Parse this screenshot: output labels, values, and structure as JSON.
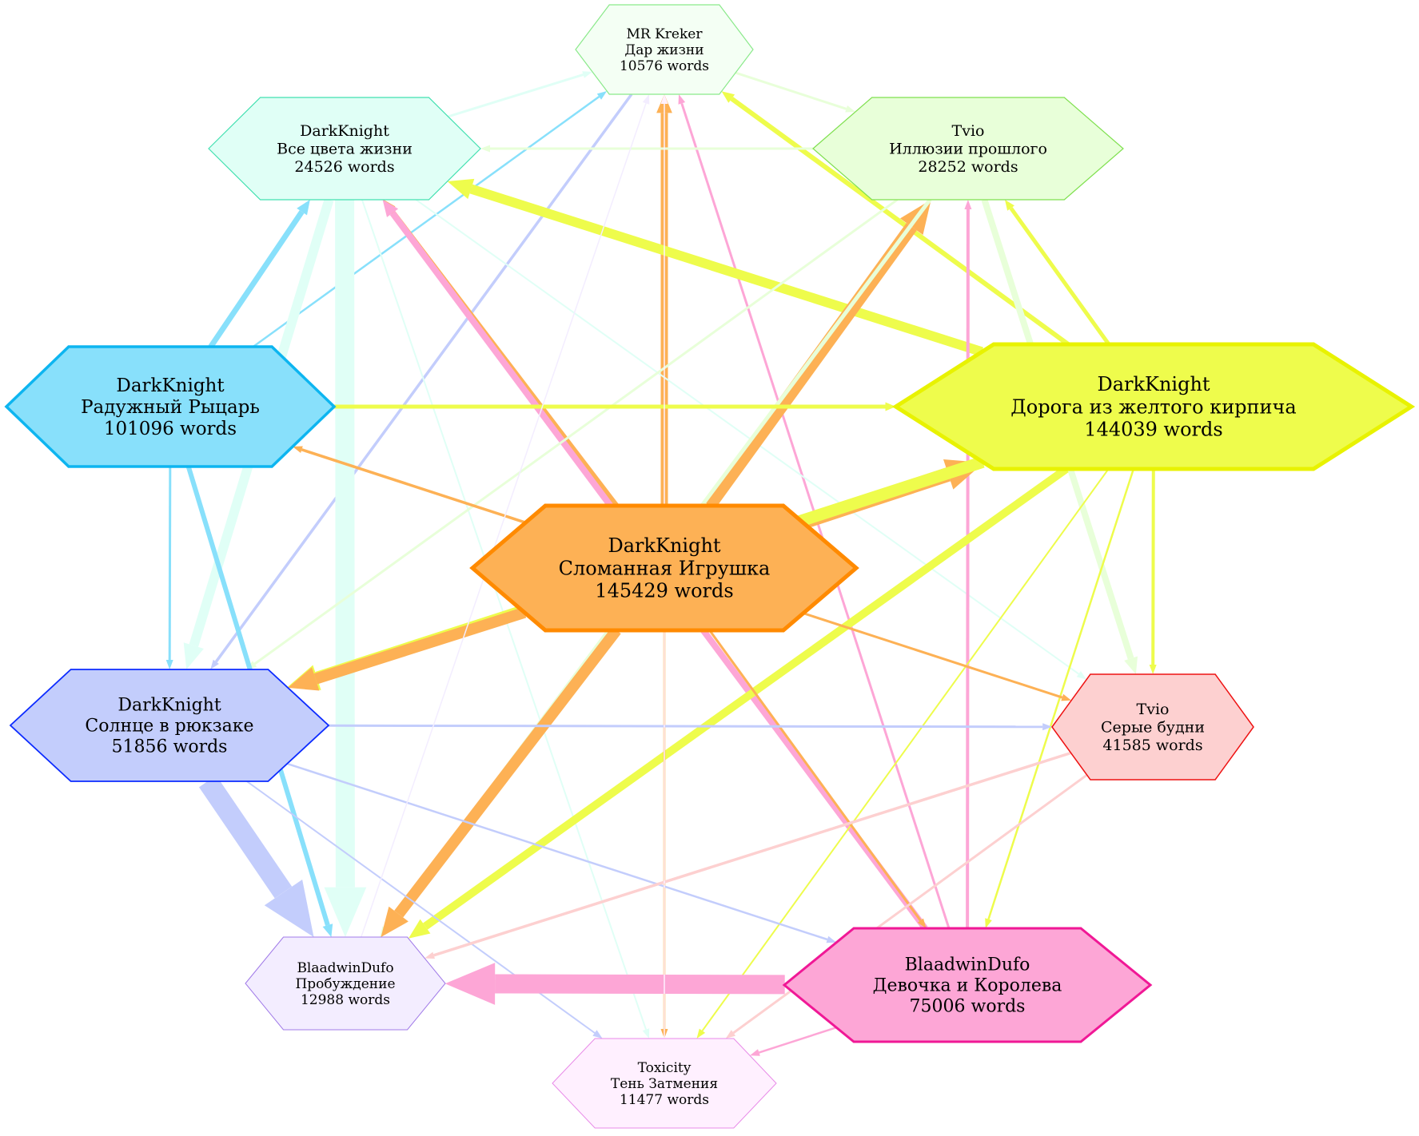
{
  "nodes": [
    {
      "id": "mr",
      "author": "MR Kreker",
      "title": "Дар жизни",
      "words": "10576 words",
      "fill": "#f4fff4",
      "stroke": "#8be98b",
      "stroke_width": 1.2,
      "size": "small"
    },
    {
      "id": "vse",
      "author": "DarkKnight",
      "title": "Все цвета жизни",
      "words": "24526 words",
      "fill": "#e0fff6",
      "stroke": "#42e0b0",
      "stroke_width": 1.2,
      "size": "small"
    },
    {
      "id": "tvio1",
      "author": "Tvio",
      "title": "Иллюзии прошлого",
      "words": "28252 words",
      "fill": "#e8ffd9",
      "stroke": "#7fe04f",
      "stroke_width": 1.2,
      "size": "small"
    },
    {
      "id": "rad",
      "author": "DarkKnight",
      "title": "Радужный Рыцарь",
      "words": "101096 words",
      "fill": "#88e0fb",
      "stroke": "#0db5f0",
      "stroke_width": 3.5,
      "size": "large"
    },
    {
      "id": "dor",
      "author": "DarkKnight",
      "title": "Дорога из желтого кирпича",
      "words": "144039 words",
      "fill": "#eefc4c",
      "stroke": "#e8f200",
      "stroke_width": 5,
      "size": "large"
    },
    {
      "id": "slo",
      "author": "DarkKnight",
      "title": "Сломанная Игрушка",
      "words": "145429 words",
      "fill": "#fdb155",
      "stroke": "#ff8a00",
      "stroke_width": 5,
      "size": "large"
    },
    {
      "id": "sol",
      "author": "DarkKnight",
      "title": "Солнце в рюкзаке",
      "words": "51856 words",
      "fill": "#c3cdfc",
      "stroke": "#0c2bff",
      "stroke_width": 1.8,
      "size": "large"
    },
    {
      "id": "ser",
      "author": "Tvio",
      "title": "Серые будни",
      "words": "41585 words",
      "fill": "#fdd0d0",
      "stroke": "#ee1212",
      "stroke_width": 1.5,
      "size": "medium"
    },
    {
      "id": "pro",
      "author": "BlaadwinDufo",
      "title": "Пробуждение",
      "words": "12988 words",
      "fill": "#f3edff",
      "stroke": "#a07ae8",
      "stroke_width": 1,
      "size": "small"
    },
    {
      "id": "dev",
      "author": "BlaadwinDufo",
      "title": "Девочка и Королева",
      "words": "75006 words",
      "fill": "#fda6d6",
      "stroke": "#f01896",
      "stroke_width": 3,
      "size": "large"
    },
    {
      "id": "tox",
      "author": "Toxicity",
      "title": "Тень Затмения",
      "words": "11477 words",
      "fill": "#fff0ff",
      "stroke": "#e88ae8",
      "stroke_width": 1,
      "size": "small"
    }
  ],
  "edges": [
    {
      "from": "mr",
      "to": "tvio1",
      "color": "#e8ffd9",
      "weight": 3
    },
    {
      "from": "vse",
      "to": "mr",
      "color": "#e0fff6",
      "weight": 3
    },
    {
      "from": "rad",
      "to": "mr",
      "color": "#88e0fb",
      "weight": 2.5
    },
    {
      "from": "mr",
      "to": "sol",
      "color": "#c3cdfc",
      "weight": 3.5
    },
    {
      "from": "slo",
      "to": "mr",
      "color": "#fdb155",
      "weight": 9
    },
    {
      "from": "dev",
      "to": "mr",
      "color": "#fda6d6",
      "weight": 3
    },
    {
      "from": "dor",
      "to": "mr",
      "color": "#eefc4c",
      "weight": 6
    },
    {
      "from": "tvio1",
      "to": "vse",
      "color": "#e8ffd9",
      "weight": 3
    },
    {
      "from": "rad",
      "to": "vse",
      "color": "#88e0fb",
      "weight": 7
    },
    {
      "from": "slo",
      "to": "vse",
      "color": "#fdb155",
      "weight": 6
    },
    {
      "from": "dev",
      "to": "vse",
      "color": "#fda6d6",
      "weight": 8
    },
    {
      "from": "dor",
      "to": "vse",
      "color": "#eefc4c",
      "weight": 12
    },
    {
      "from": "vse",
      "to": "pro",
      "color": "#e0fff6",
      "weight": 24
    },
    {
      "from": "vse",
      "to": "sol",
      "color": "#e0fff6",
      "weight": 12
    },
    {
      "from": "vse",
      "to": "ser",
      "color": "#e0fff6",
      "weight": 2
    },
    {
      "from": "vse",
      "to": "tox",
      "color": "#e0fff6",
      "weight": 2
    },
    {
      "from": "slo",
      "to": "tvio1",
      "color": "#fdb155",
      "weight": 16
    },
    {
      "from": "dor",
      "to": "tvio1",
      "color": "#eefc4c",
      "weight": 5
    },
    {
      "from": "dev",
      "to": "tvio1",
      "color": "#fda6d6",
      "weight": 4
    },
    {
      "from": "tvio1",
      "to": "ser",
      "color": "#e8ffd9",
      "weight": 8
    },
    {
      "from": "tvio1",
      "to": "pro",
      "color": "#e8ffd9",
      "weight": 5
    },
    {
      "from": "tvio1",
      "to": "sol",
      "color": "#e8ffd9",
      "weight": 3
    },
    {
      "from": "rad",
      "to": "dor",
      "color": "#eefc4c",
      "weight": 5
    },
    {
      "from": "slo",
      "to": "rad",
      "color": "#fdb155",
      "weight": 3.5
    },
    {
      "from": "rad",
      "to": "sol",
      "color": "#88e0fb",
      "weight": 3
    },
    {
      "from": "rad",
      "to": "pro",
      "color": "#88e0fb",
      "weight": 6
    },
    {
      "from": "slo",
      "to": "dor",
      "color": "#fdb155",
      "weight": 18
    },
    {
      "from": "dor",
      "to": "sol",
      "color": "#eefc4c",
      "weight": 15
    },
    {
      "from": "dor",
      "to": "pro",
      "color": "#eefc4c",
      "weight": 10
    },
    {
      "from": "dor",
      "to": "ser",
      "color": "#eefc4c",
      "weight": 4
    },
    {
      "from": "dor",
      "to": "dev",
      "color": "#eefc4c",
      "weight": 2.5
    },
    {
      "from": "dor",
      "to": "tox",
      "color": "#eefc4c",
      "weight": 2
    },
    {
      "from": "slo",
      "to": "sol",
      "color": "#fdb155",
      "weight": 14
    },
    {
      "from": "slo",
      "to": "pro",
      "color": "#fdb155",
      "weight": 14
    },
    {
      "from": "slo",
      "to": "ser",
      "color": "#fdb155",
      "weight": 3
    },
    {
      "from": "slo",
      "to": "dev",
      "color": "#fdb155",
      "weight": 3
    },
    {
      "from": "slo",
      "to": "tox",
      "color": "#fdb155",
      "weight": 2.5
    },
    {
      "from": "sol",
      "to": "ser",
      "color": "#c3cdfc",
      "weight": 3
    },
    {
      "from": "sol",
      "to": "dev",
      "color": "#c3cdfc",
      "weight": 2.5
    },
    {
      "from": "sol",
      "to": "tox",
      "color": "#c3cdfc",
      "weight": 2
    },
    {
      "from": "sol",
      "to": "pro",
      "color": "#c3cdfc",
      "weight": 26
    },
    {
      "from": "ser",
      "to": "pro",
      "color": "#fdd0d0",
      "weight": 3.5
    },
    {
      "from": "ser",
      "to": "tox",
      "color": "#fdd0d0",
      "weight": 3
    },
    {
      "from": "dev",
      "to": "pro",
      "color": "#fda6d6",
      "weight": 24
    },
    {
      "from": "dev",
      "to": "tox",
      "color": "#fda6d6",
      "weight": 2.5
    },
    {
      "from": "pro",
      "to": "mr",
      "color": "#f3edff",
      "weight": 1.5
    },
    {
      "from": "tox",
      "to": "mr",
      "color": "#fff0ff",
      "weight": 1.5
    }
  ]
}
